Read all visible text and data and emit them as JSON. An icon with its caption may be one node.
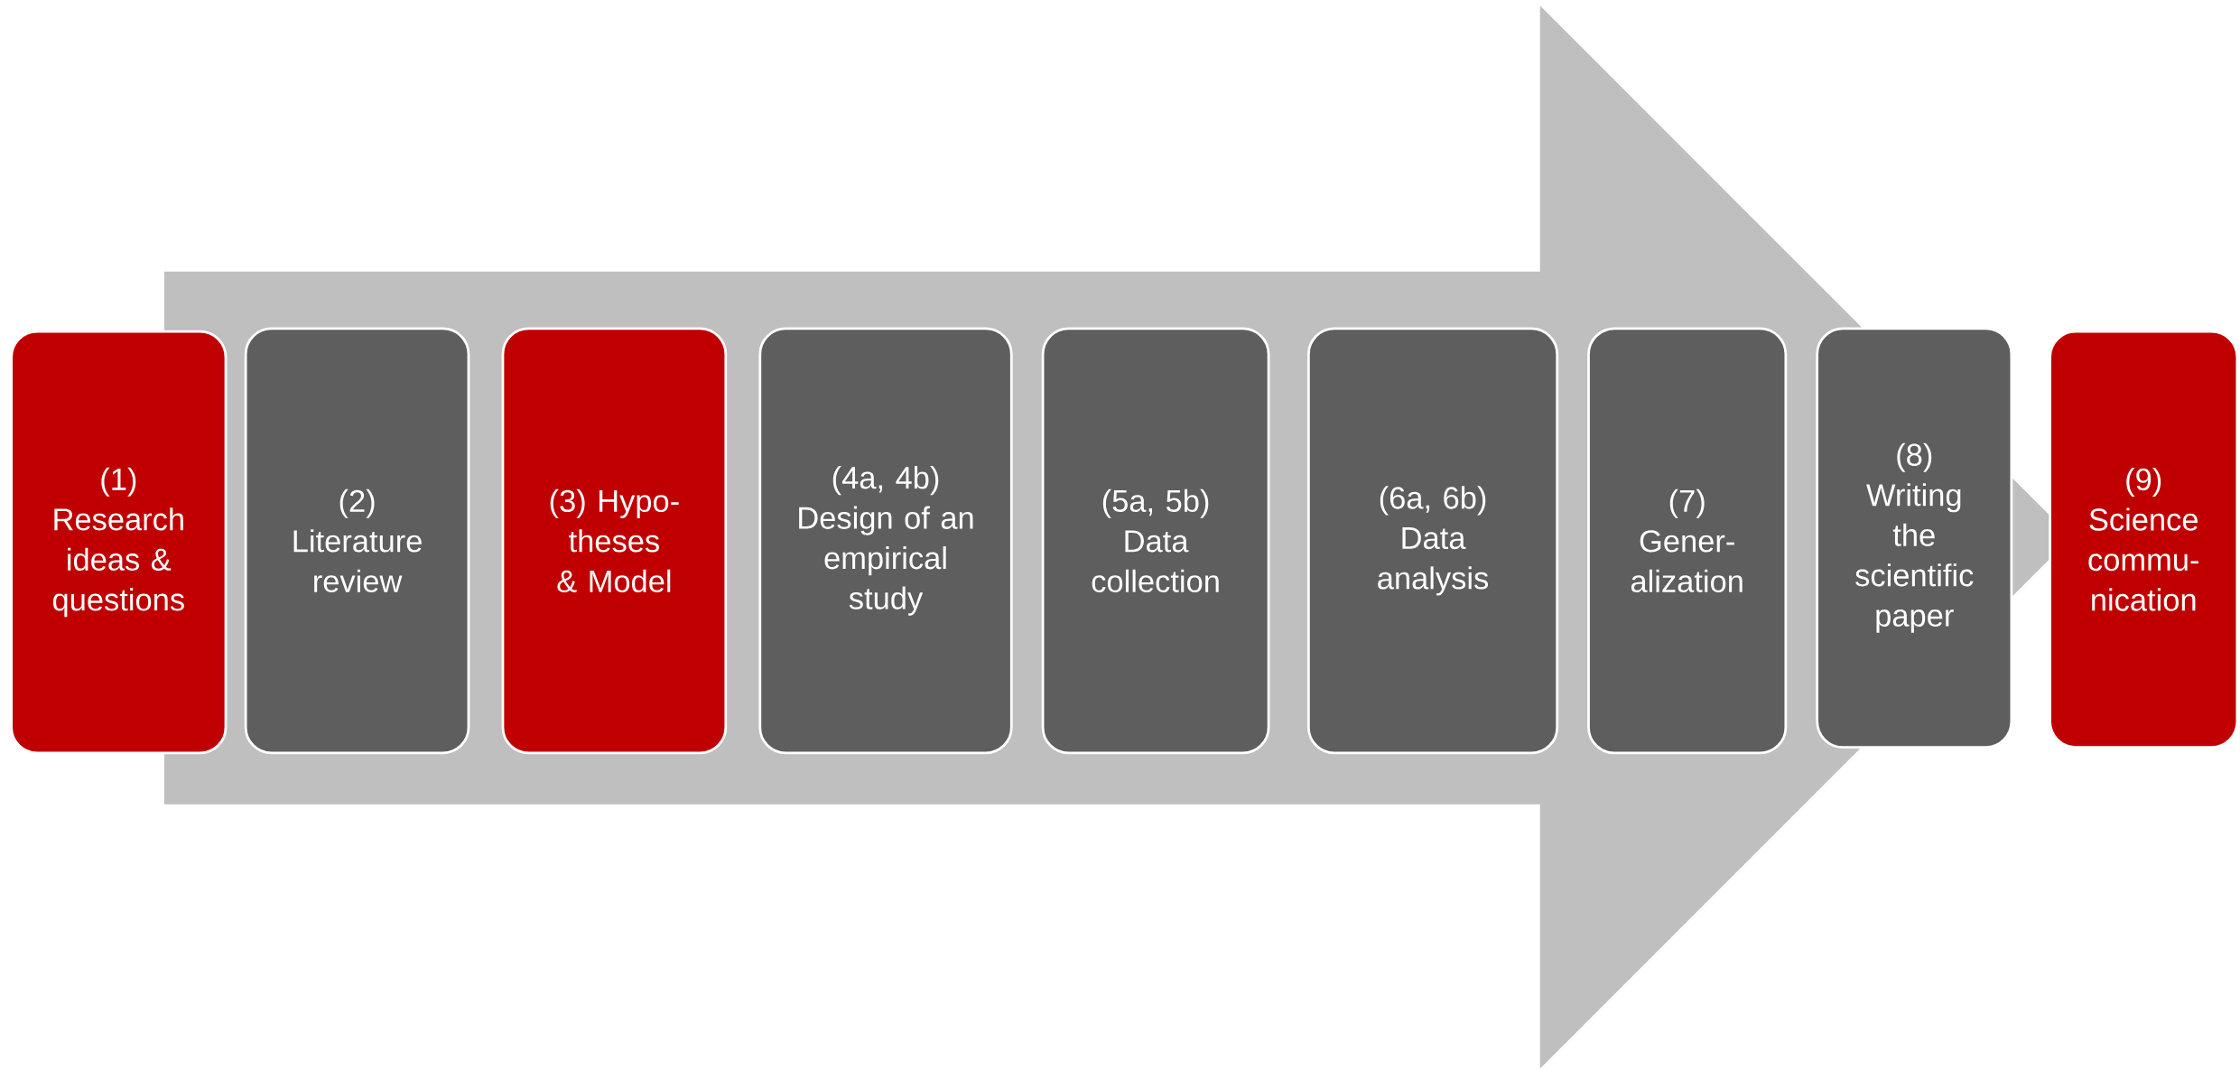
{
  "diagram": {
    "nodes": [
      {
        "text": [
          "(1) Research ideas & questions"
        ]
      },
      {
        "text": [
          "(2) Literature review"
        ]
      },
      {
        "text": [
          "(3) Hypo- theses & Model"
        ]
      },
      {
        "text": [
          "(4a, 4b) Design of an empirical study"
        ]
      },
      {
        "text": [
          "(5a, 5b) Data collection"
        ]
      },
      {
        "text": [
          "(6a, 6b) Data analysis"
        ]
      },
      {
        "text": [
          "(7) Gener- alization"
        ]
      },
      {
        "text": [
          "(8) Writing the scientific paper"
        ]
      },
      {
        "text": [
          "(9) Science commu- nication"
        ]
      }
    ],
    "edges": [
      {
        "from": 0,
        "to": 8,
        "arrow": "to"
      }
    ]
  }
}
